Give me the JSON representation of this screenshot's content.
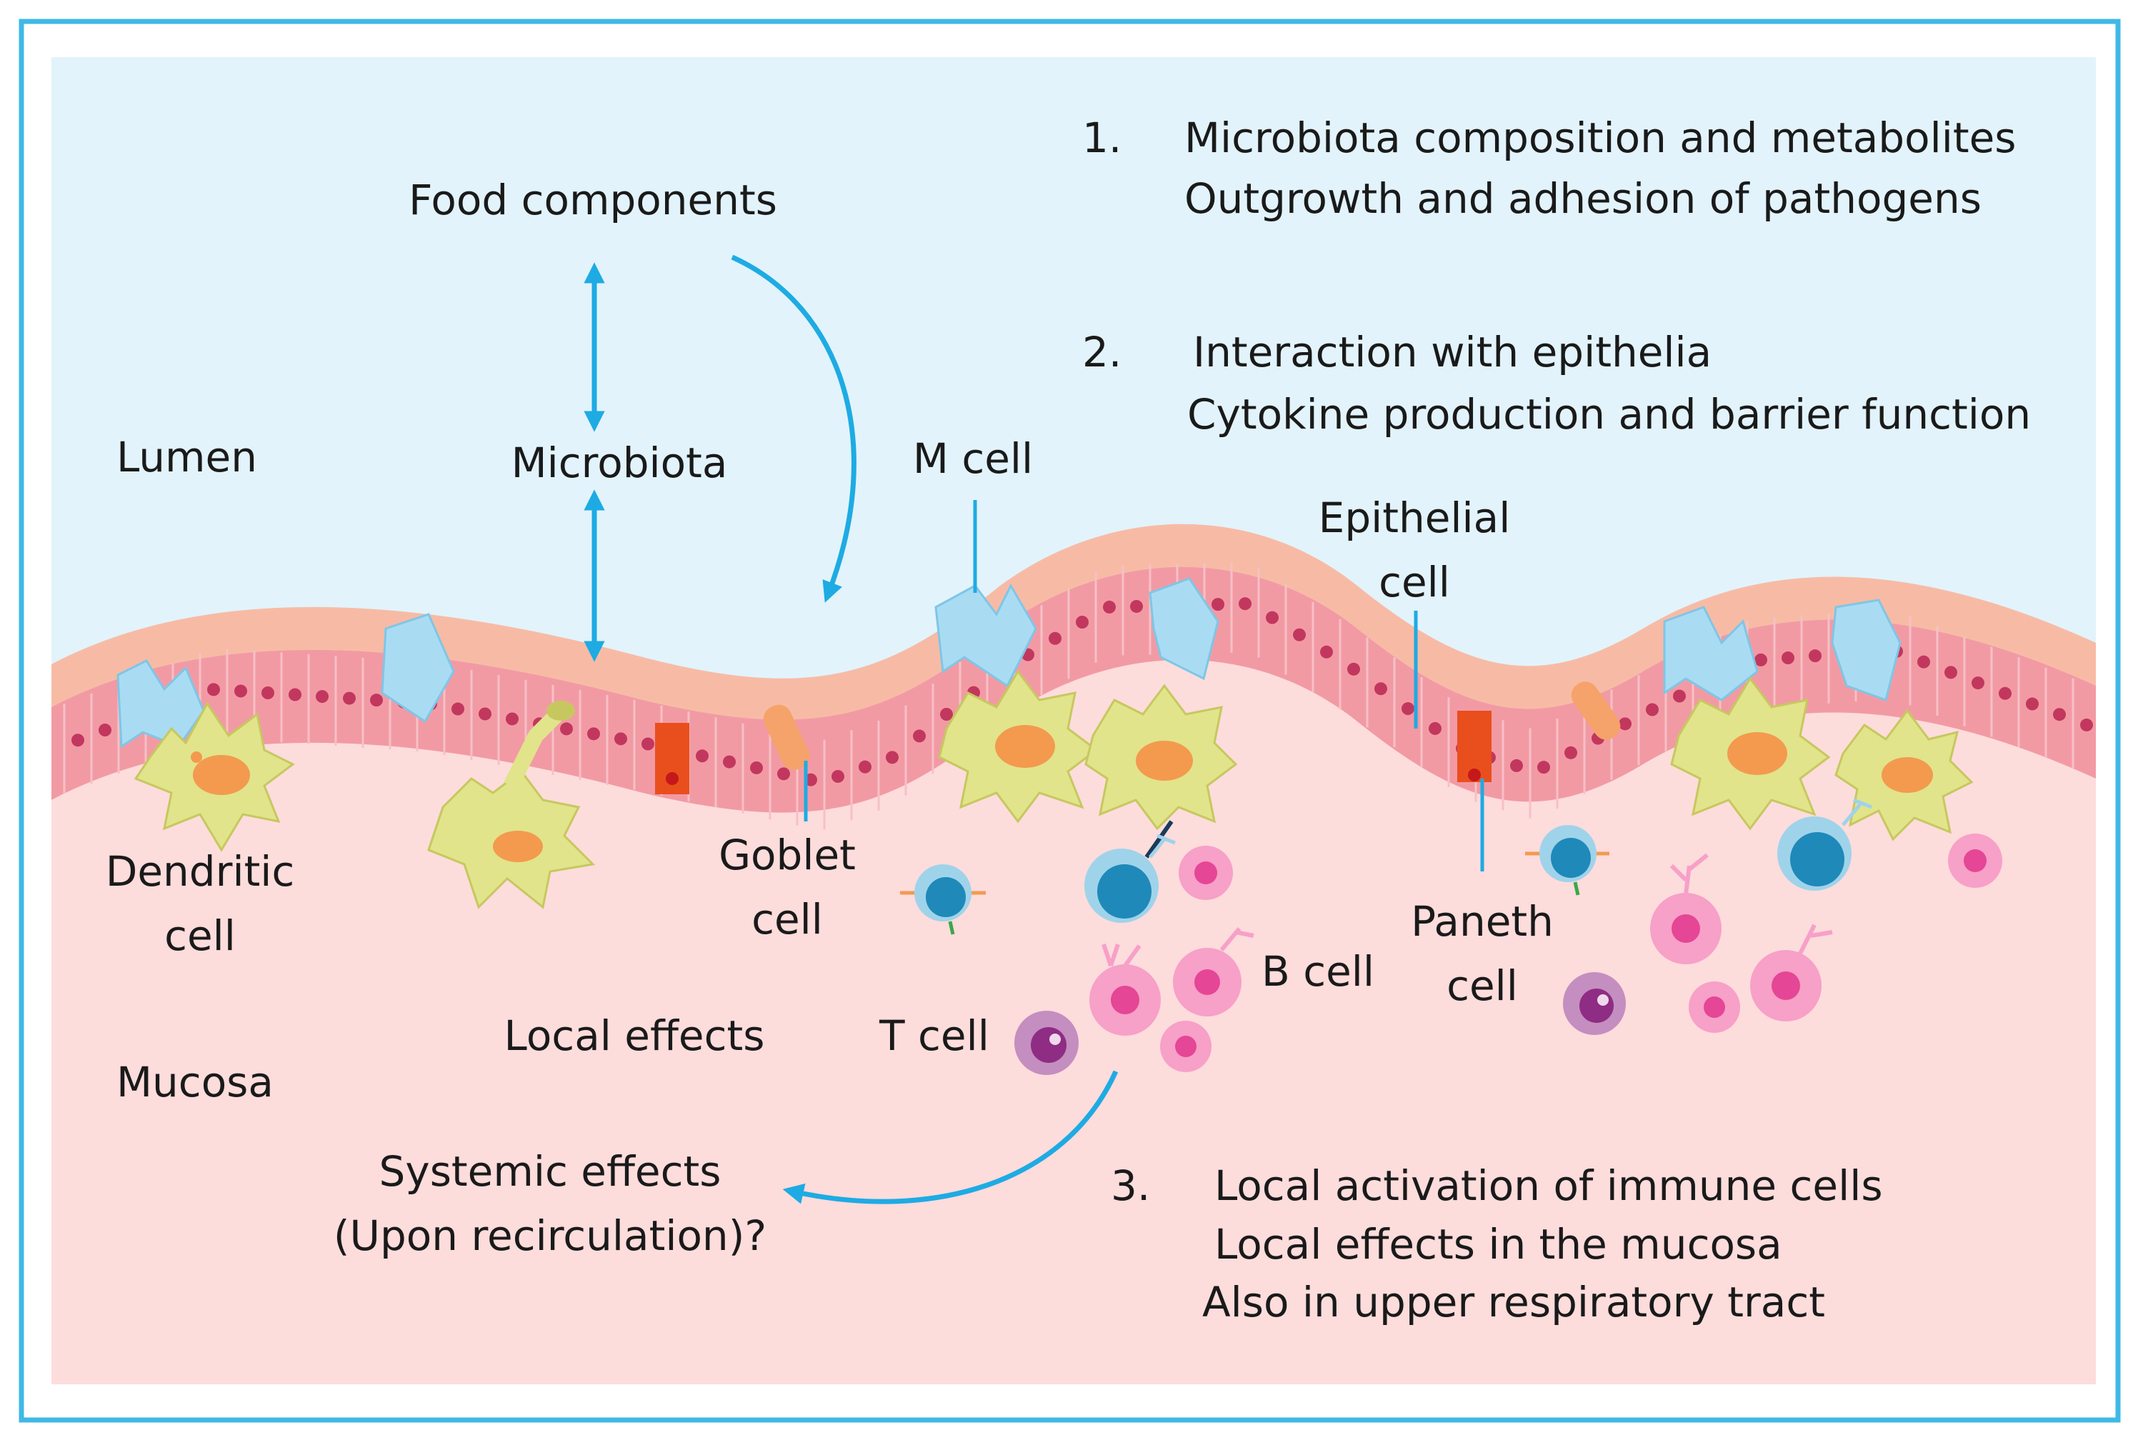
{
  "colors": {
    "frame": "#3fb9e6",
    "lumen_bg": "#e2f3fb",
    "mucosa_bg": "#fddcdc",
    "arrow": "#1eabe3",
    "epithelium_top": "#f7bba5",
    "epithelium_body": "#f29aa4",
    "nucleus": "#c2375e",
    "m_cell": "#a9dcf2",
    "goblet": "#f5a36a",
    "paneth": "#e94f1d",
    "dendritic": "#e1e48a",
    "dendritic_core": "#f39a4f",
    "b_cell": "#f7a0c8",
    "t_cell": "#8e2d83",
    "blue_cell": "#1f89b9"
  },
  "labels": {
    "lumen": "Lumen",
    "mucosa": "Mucosa",
    "food_components": "Food components",
    "microbiota": "Microbiota",
    "m_cell": "M cell",
    "epithelial_cell_1": "Epithelial",
    "epithelial_cell_2": "cell",
    "dendritic_cell_1": "Dendritic",
    "dendritic_cell_2": "cell",
    "goblet_cell_1": "Goblet",
    "goblet_cell_2": "cell",
    "paneth_cell_1": "Paneth",
    "paneth_cell_2": "cell",
    "b_cell": "B cell",
    "t_cell": "T cell",
    "local_effects": "Local effects",
    "systemic_effects_1": "Systemic effects",
    "systemic_effects_2": "(Upon recirculation)?"
  },
  "points": [
    {
      "number": "1.",
      "title": "Microbiota composition and metabolites",
      "lines": [
        "Outgrowth and adhesion of pathogens"
      ]
    },
    {
      "number": "2.",
      "title": "Interaction with epithelia",
      "lines": [
        "Cytokine production and barrier function"
      ]
    },
    {
      "number": "3.",
      "title": "Local activation of immune cells",
      "lines": [
        "Local effects in the mucosa",
        "Also in upper respiratory tract"
      ]
    }
  ],
  "icons": {
    "arrow_double": "double-headed-arrow",
    "arrow_curved": "curved-arrow"
  }
}
